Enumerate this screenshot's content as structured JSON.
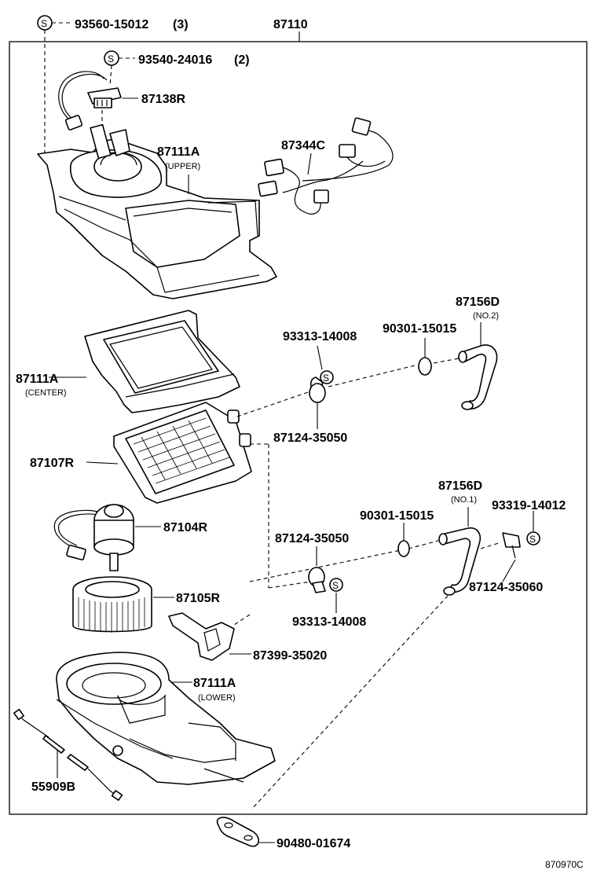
{
  "main_assembly": "87110",
  "screw_symbol": "S",
  "diagram_ref": "870970C",
  "parts": {
    "p1": {
      "number": "93560-15012",
      "qty": "(3)"
    },
    "p2": {
      "number": "93540-24016",
      "qty": "(2)"
    },
    "p3": {
      "number": "87138R"
    },
    "p4": {
      "number": "87111A",
      "note": "(UPPER)"
    },
    "p5": {
      "number": "87344C"
    },
    "p6": {
      "number": "87156D",
      "note": "(NO.2)"
    },
    "p7": {
      "number": "93313-14008"
    },
    "p8": {
      "number": "90301-15015"
    },
    "p9": {
      "number": "87111A",
      "note": "(CENTER)"
    },
    "p10": {
      "number": "87124-35050"
    },
    "p11": {
      "number": "87107R"
    },
    "p12": {
      "number": "87156D",
      "note": "(NO.1)"
    },
    "p13": {
      "number": "93319-14012"
    },
    "p14": {
      "number": "90301-15015"
    },
    "p15": {
      "number": "87104R"
    },
    "p16": {
      "number": "87124-35050"
    },
    "p17": {
      "number": "87105R"
    },
    "p18": {
      "number": "87124-35060"
    },
    "p19": {
      "number": "93313-14008"
    },
    "p20": {
      "number": "87399-35020"
    },
    "p21": {
      "number": "87111A",
      "note": "(LOWER)"
    },
    "p22": {
      "number": "55909B"
    },
    "p23": {
      "number": "90480-01674"
    }
  }
}
